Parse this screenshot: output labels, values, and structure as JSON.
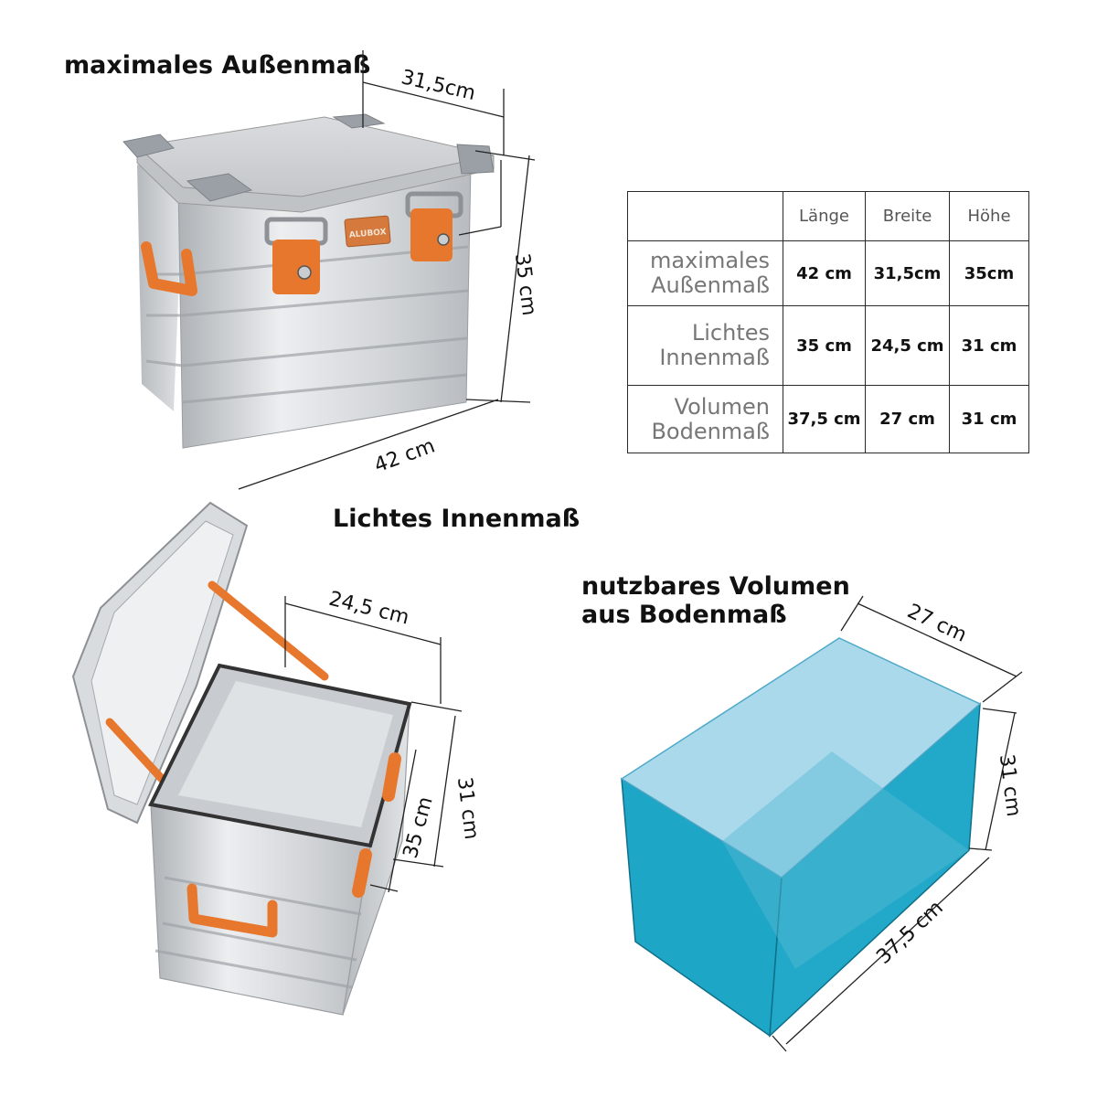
{
  "headings": {
    "outer": "maximales Außenmaß",
    "inner": "Lichtes Innenmaß",
    "volume_line1": "nutzbares Volumen",
    "volume_line2": "aus Bodenmaß"
  },
  "brand_plate": "ALUBOX",
  "outer_box": {
    "width_label": "31,5cm",
    "height_label": "35 cm",
    "length_label": "42 cm"
  },
  "inner_box": {
    "width_label": "24,5 cm",
    "height_outer_label": "35 cm",
    "height_inner_label": "31 cm"
  },
  "volume_box": {
    "width_label": "27 cm",
    "height_label": "31 cm",
    "length_label": "37,5 cm"
  },
  "table": {
    "headers": [
      "",
      "Länge",
      "Breite",
      "Höhe"
    ],
    "rows": [
      {
        "label_line1": "maximales",
        "label_line2": "Außenmaß",
        "values": [
          "42 cm",
          "31,5cm",
          "35cm"
        ]
      },
      {
        "label_line1": "Lichtes",
        "label_line2": "Innenmaß",
        "values": [
          "35 cm",
          "24,5 cm",
          "31 cm"
        ]
      },
      {
        "label_line1": "Volumen",
        "label_line2": "Bodenmaß",
        "values": [
          "37,5 cm",
          "27 cm",
          "31 cm"
        ]
      }
    ]
  },
  "colors": {
    "accent_orange": "#e8772e",
    "aluminium": "#c9ccd0",
    "volume_front": "#21a6c6",
    "volume_top": "#a9d8ec"
  }
}
